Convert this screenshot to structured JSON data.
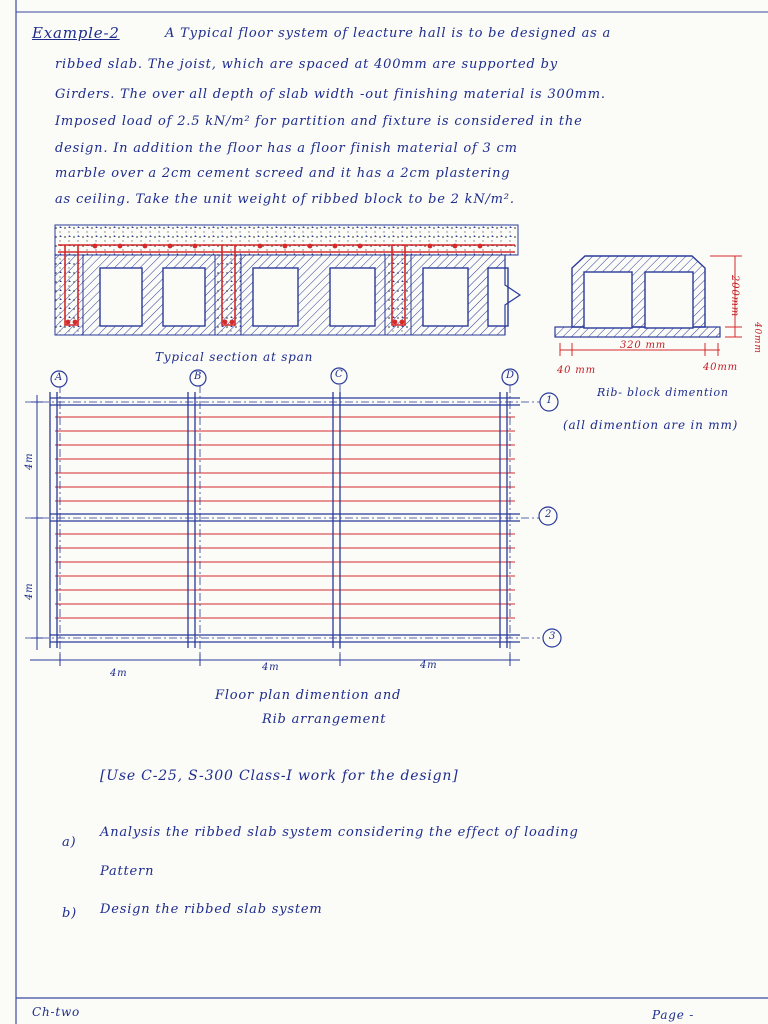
{
  "example": {
    "title": "Example-2",
    "lines": [
      "A Typical floor system of leacture hall is to be designed as a",
      "ribbed slab. The joist, which are spaced at 400mm are supported by",
      "Girders. The over all depth of slab width -out finishing material is 300mm.",
      "Imposed load of 2.5 kN/m² for partition and fixture is considered in the",
      "design. In addition the floor has a floor finish material of 3 cm",
      "marble over a 2cm cement screed and it has a 2cm plastering",
      "as ceiling. Take the unit weight of ribbed block to be 2 kN/m²."
    ]
  },
  "section": {
    "caption": "Typical section at span"
  },
  "rib_block": {
    "dim_width": "320 mm",
    "dim_left": "40 mm",
    "dim_right": "40mm",
    "dim_height": "200mm",
    "dim_base": "40mm",
    "caption": "Rib- block dimention",
    "note": "(all dimention are in mm)"
  },
  "plan": {
    "grid_cols": [
      "A",
      "B",
      "C",
      "D"
    ],
    "grid_rows": [
      "1",
      "2",
      "3"
    ],
    "bay_x": [
      "4m",
      "4m",
      "4m"
    ],
    "bay_y": [
      "4m",
      "4m"
    ],
    "caption_1": "Floor plan dimention and",
    "caption_2": "Rib arrangement"
  },
  "use_line": "[Use C-25, S-300 Class-I work for the design]",
  "tasks": [
    {
      "label": "a)",
      "line1": "Analysis the ribbed slab system considering the effect of loading",
      "line2": "Pattern"
    },
    {
      "label": "b)",
      "line1": "Design the ribbed slab system"
    }
  ],
  "footer": {
    "left": "Ch-two",
    "right": "Page -"
  }
}
